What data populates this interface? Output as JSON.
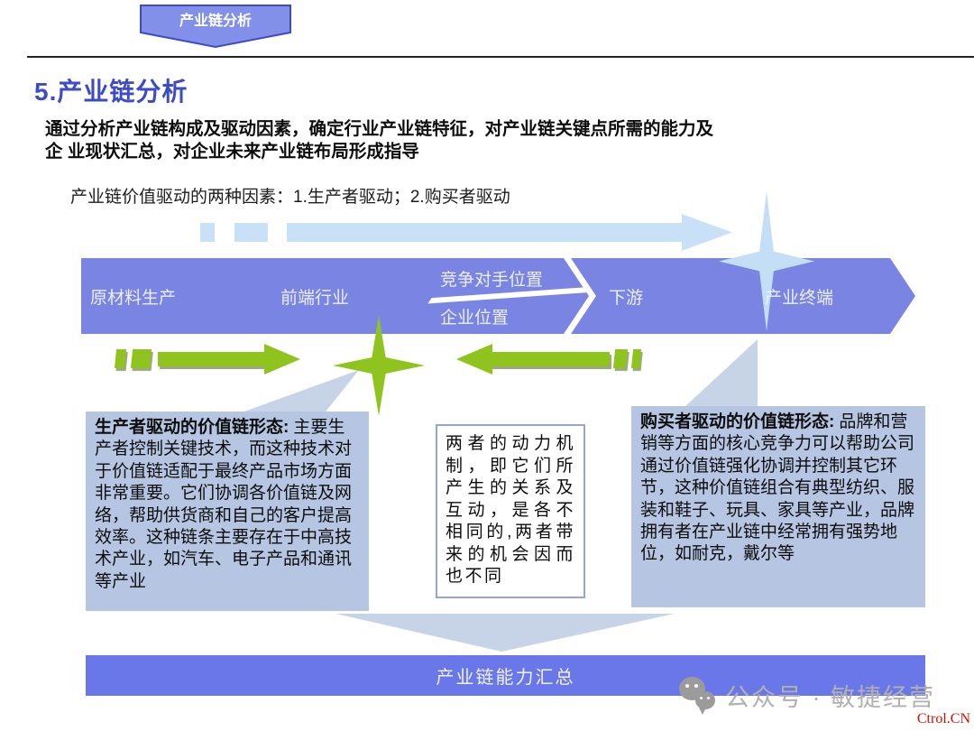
{
  "banner": {
    "label": "产业链分析"
  },
  "header": {
    "title": "5.产业链分析",
    "intro": "通过分析产业链构成及驱动因素，确定行业产业链特征，对产业链关键点所需的能力及\n企 业现状汇总，对企业未来产业链布局形成指导",
    "drivers_note": "产业链价值驱动的两种因素：1.生产者驱动；2.购买者驱动"
  },
  "chain": {
    "stages": [
      {
        "label": "原材料生产"
      },
      {
        "label": "前端行业"
      },
      {
        "top_label": "竞争对手位置",
        "bottom_label": "企业位置"
      },
      {
        "label": "下游"
      },
      {
        "label": "产业终端"
      }
    ]
  },
  "panels": {
    "producer": {
      "heading": "生产者驱动的价值链形态:",
      "body": "主要生产者控制关键技术，而这种技术对于价值链适配于最终产品市场方面非常重要。它们协调各价值链及网络，帮助供货商和自己的客户提高效率。这种链条主要存在于中高技术产业，如汽车、电子产品和通讯等产业"
    },
    "interaction": {
      "body": "两者的动力机制，即它们所产生的关系及互动，是各不相同的,两者带来的机会因而也不同"
    },
    "buyer": {
      "heading": "购买者驱动的价值链形态:",
      "body": "品牌和营销等方面的核心竞争力可以帮助公司通过价值链强化协调并控制其它环节，这种价值链组合有典型纺织、服装和鞋子、玩具、家具等产业，品牌拥有者在产业链中经常拥有强势地位，如耐克，戴尔等"
    }
  },
  "bottom_bar": {
    "label": "产业链能力汇总"
  },
  "watermark": {
    "text": "公众号 · 敏捷经营",
    "icon": "wechat-icon"
  },
  "footer": {
    "brand": "Ctrol.CN"
  },
  "colors": {
    "chevron_blue": "#7A84E2",
    "light_blue": "#C8E1F6",
    "green": "#8FC31E",
    "panel_blue": "#B5C5E2",
    "bar_blue": "#6977E9",
    "title_blue": "#3D4BC7",
    "footer_red": "#CC1100",
    "watermark_gray": "#B0B0B0"
  }
}
